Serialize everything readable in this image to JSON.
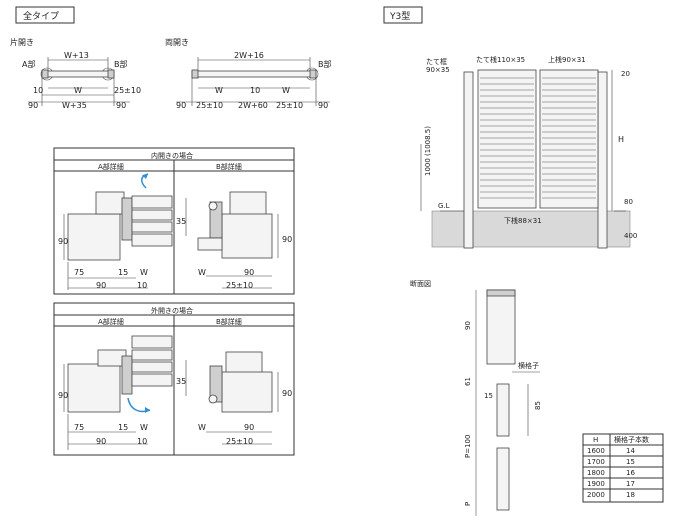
{
  "labels": {
    "all_type": "全タイプ",
    "single_open": "片開き",
    "double_open": "両開き",
    "part_a": "A部",
    "part_b": "B部",
    "model": "Y3型",
    "inward_case": "内開きの場合",
    "outward_case": "外開きの場合",
    "a_detail": "A部詳細",
    "b_detail": "B部詳細",
    "section_view": "断面図",
    "horizontal_bar": "横格子",
    "gl": "G.L",
    "vertical_frame": "たて框\n90×35",
    "vertical_bar": "たて桟110×35",
    "top_bar": "上桟90×31",
    "bottom_bar": "下桟88×31"
  },
  "dims_single": {
    "w13": "W+13",
    "w": "W",
    "w35": "W+35",
    "ten": "10",
    "tol": "25±10",
    "ninety_l": "90",
    "ninety_r": "90"
  },
  "dims_double": {
    "w16": "2W+16",
    "w": "W",
    "ten": "10",
    "w60": "2W+60",
    "tol_l": "25±10",
    "tol_r": "25±10",
    "ninety_l": "90",
    "ninety_r": "90"
  },
  "dims_detail": {
    "ninety_v": "90",
    "d75": "75",
    "d15": "15",
    "dw": "W",
    "d90": "90",
    "d10": "10",
    "d35": "35",
    "b90": "90",
    "b_tol": "25±10",
    "bw": "W",
    "b90v": "90"
  },
  "dims_y3": {
    "d20": "20",
    "h": "H",
    "d1000": "1000\n(1008.5)",
    "d80": "80",
    "d400": "400"
  },
  "dims_section": {
    "d90": "90",
    "d61": "61",
    "d15": "15",
    "d85": "85",
    "p100": "P=100",
    "p": "P"
  },
  "table": {
    "headers": [
      "H",
      "横格子本数"
    ],
    "rows": [
      [
        "1600",
        "14"
      ],
      [
        "1700",
        "15"
      ],
      [
        "1800",
        "16"
      ],
      [
        "1900",
        "17"
      ],
      [
        "2000",
        "18"
      ]
    ]
  }
}
